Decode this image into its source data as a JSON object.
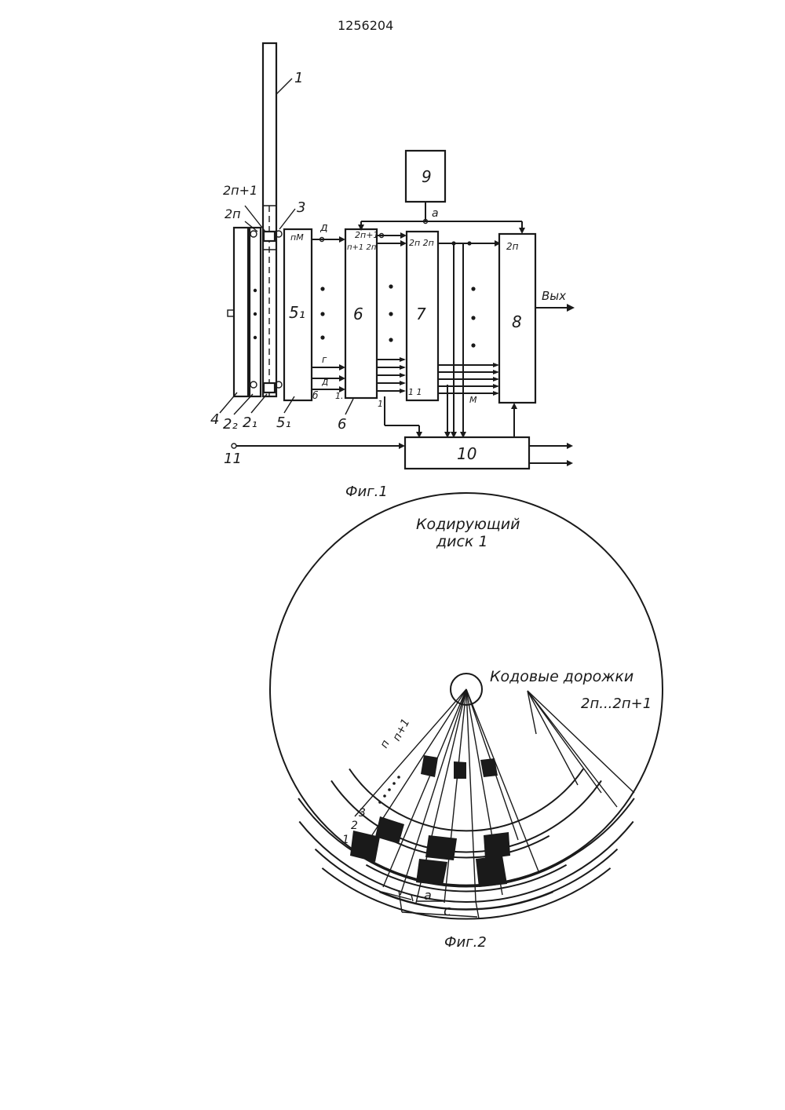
{
  "patent_number": "1256204",
  "fig1": {
    "caption": "Фиг.1",
    "labels": {
      "disk": "1",
      "track_2n1": "2п+1",
      "track_2n": "2п",
      "label_3": "3",
      "label_4": "4",
      "label_22": "2₂",
      "label_21": "2₁",
      "block5": "5₁",
      "block5_bottom": "5₁",
      "block6": "6",
      "block6_bottom": "6",
      "block7": "7",
      "block8": "8",
      "block9": "9",
      "block10": "10",
      "input11": "11",
      "output": "Вых",
      "sig_a": "а",
      "sig_d": "д",
      "sig_g": "г",
      "sig_d2": "д",
      "sig_b": "б",
      "b5_top": "пМ",
      "b6_top1": "2п+1",
      "b6_top2": "п+1  2п",
      "b6_bot": "1",
      "b6_bot2": "1.",
      "b7_top": "2п  2п",
      "b7_bot": "1     1",
      "b8_top": "2п",
      "b8_bot": "М",
      "b6_under": "1"
    }
  },
  "fig2": {
    "caption": "Фиг.2",
    "title_line1": "Кодирующий",
    "title_line2": "диск 1",
    "tracks_label": "Кодовые дорожки",
    "tracks_range": "2п...2п+1",
    "track_n1": "п+1",
    "track_n": "п",
    "track_3": "3",
    "track_2": "2",
    "track_1": "1",
    "dim_a": "а",
    "dim_c": "с"
  }
}
